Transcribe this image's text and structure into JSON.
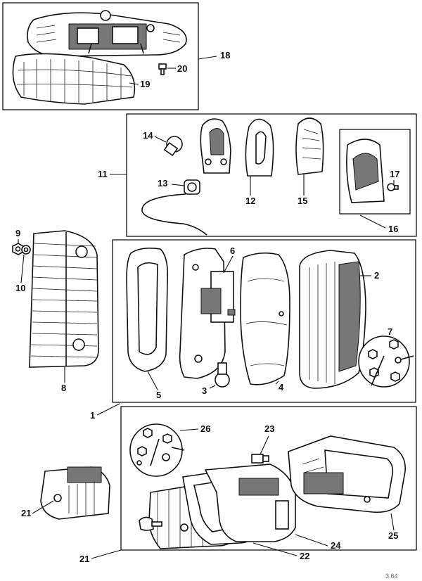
{
  "diagram": {
    "callouts": [
      "1",
      "2",
      "3",
      "4",
      "5",
      "6",
      "7",
      "8",
      "9",
      "10",
      "11",
      "12",
      "13",
      "14",
      "15",
      "16",
      "17",
      "18",
      "19",
      "20",
      "21",
      "21",
      "22",
      "23",
      "24",
      "25",
      "26"
    ],
    "footer_mark": "3.64"
  }
}
